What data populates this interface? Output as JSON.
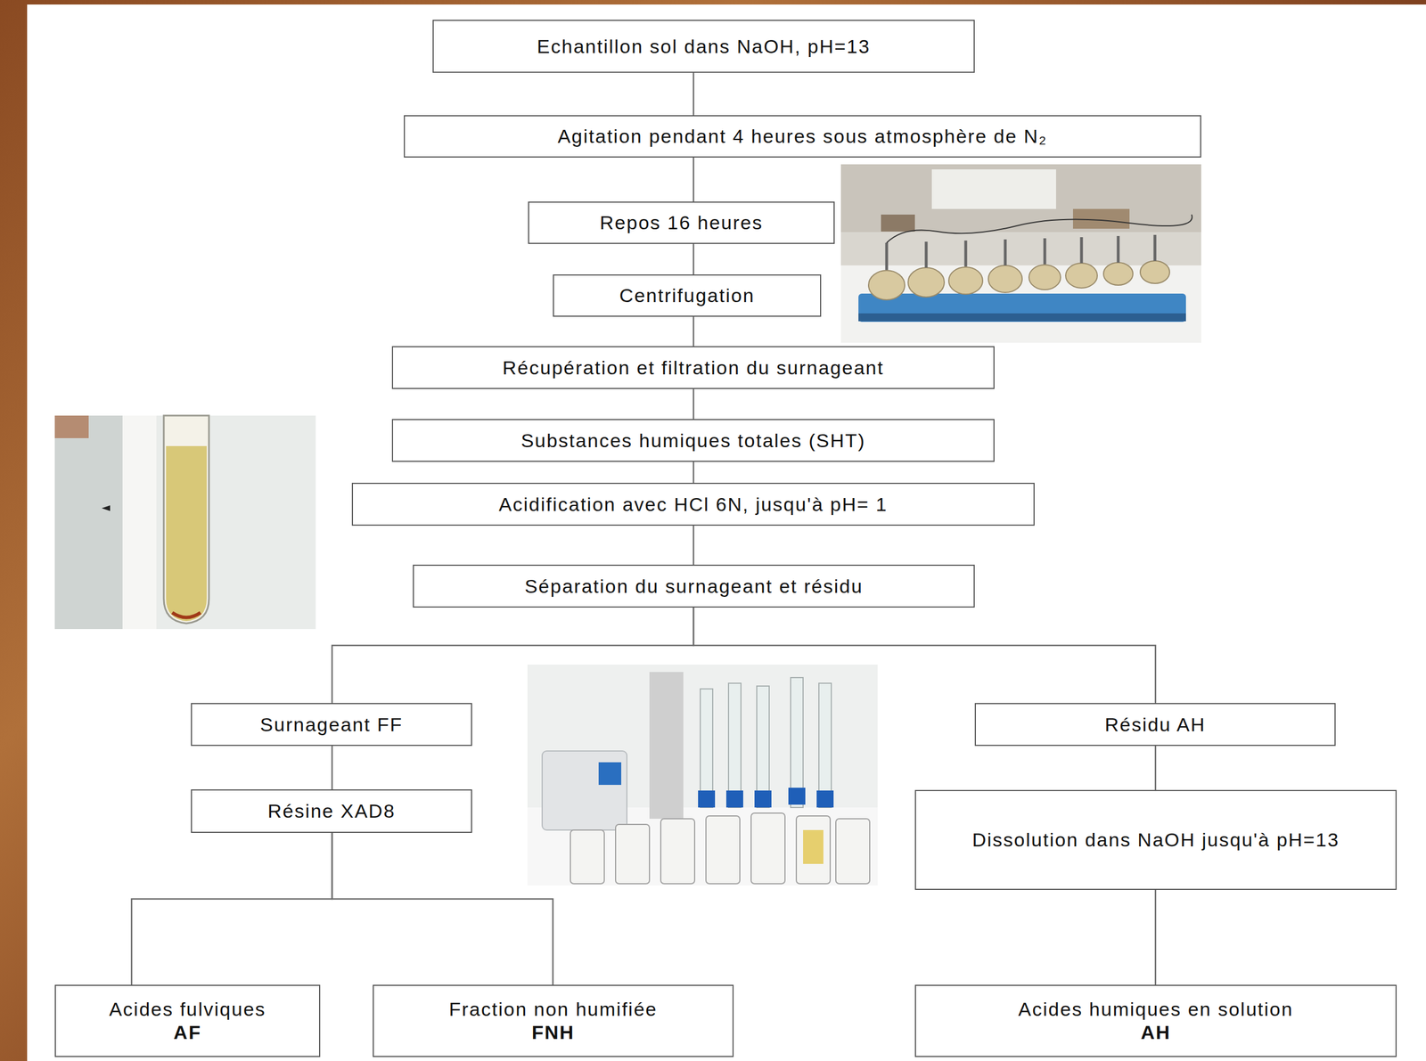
{
  "diagram": {
    "nodes": [
      {
        "text": [
          "Echantillon sol dans NaOH, pH=13"
        ]
      },
      {
        "text": [
          "Agitation pendant 4 heures sous atmosphère de N₂"
        ]
      },
      {
        "text": [
          "Repos 16 heures"
        ]
      },
      {
        "text": [
          "Centrifugation"
        ]
      },
      {
        "text": [
          "Récupération et filtration du surnageant"
        ]
      },
      {
        "text": [
          "Substances humiques totales (SHT)"
        ]
      },
      {
        "text": [
          "Acidification avec HCl 6N, jusqu'à  pH= 1"
        ]
      },
      {
        "text": [
          "Séparation du surnageant et résidu"
        ]
      },
      {
        "text": [
          "Surnageant FF"
        ]
      },
      {
        "text": [
          "Résine XAD8"
        ]
      },
      {
        "text": [
          "Résidu AH"
        ]
      },
      {
        "text": [
          "Dissolution dans NaOH jusqu'à pH=13"
        ]
      },
      {
        "text": [
          "Acides fulviques",
          "AF"
        ]
      },
      {
        "text": [
          "Fraction non humifiée",
          "FNH"
        ]
      },
      {
        "text": [
          "Acides humiques en solution",
          "AH"
        ]
      }
    ],
    "edges": [
      {
        "from": 0,
        "to": 1,
        "arrow": "none"
      },
      {
        "from": 1,
        "to": 2,
        "arrow": "none"
      },
      {
        "from": 2,
        "to": 3,
        "arrow": "none"
      },
      {
        "from": 3,
        "to": 4,
        "arrow": "none"
      },
      {
        "from": 4,
        "to": 5,
        "arrow": "none"
      },
      {
        "from": 5,
        "to": 6,
        "arrow": "none"
      },
      {
        "from": 6,
        "to": 7,
        "arrow": "none"
      },
      {
        "from": 7,
        "to": 8,
        "arrow": "none"
      },
      {
        "from": 7,
        "to": 10,
        "arrow": "none"
      },
      {
        "from": 8,
        "to": 9,
        "arrow": "none"
      },
      {
        "from": 9,
        "to": 12,
        "arrow": "none"
      },
      {
        "from": 9,
        "to": 13,
        "arrow": "none"
      },
      {
        "from": 10,
        "to": 11,
        "arrow": "none"
      },
      {
        "from": 11,
        "to": 14,
        "arrow": "none"
      }
    ]
  }
}
